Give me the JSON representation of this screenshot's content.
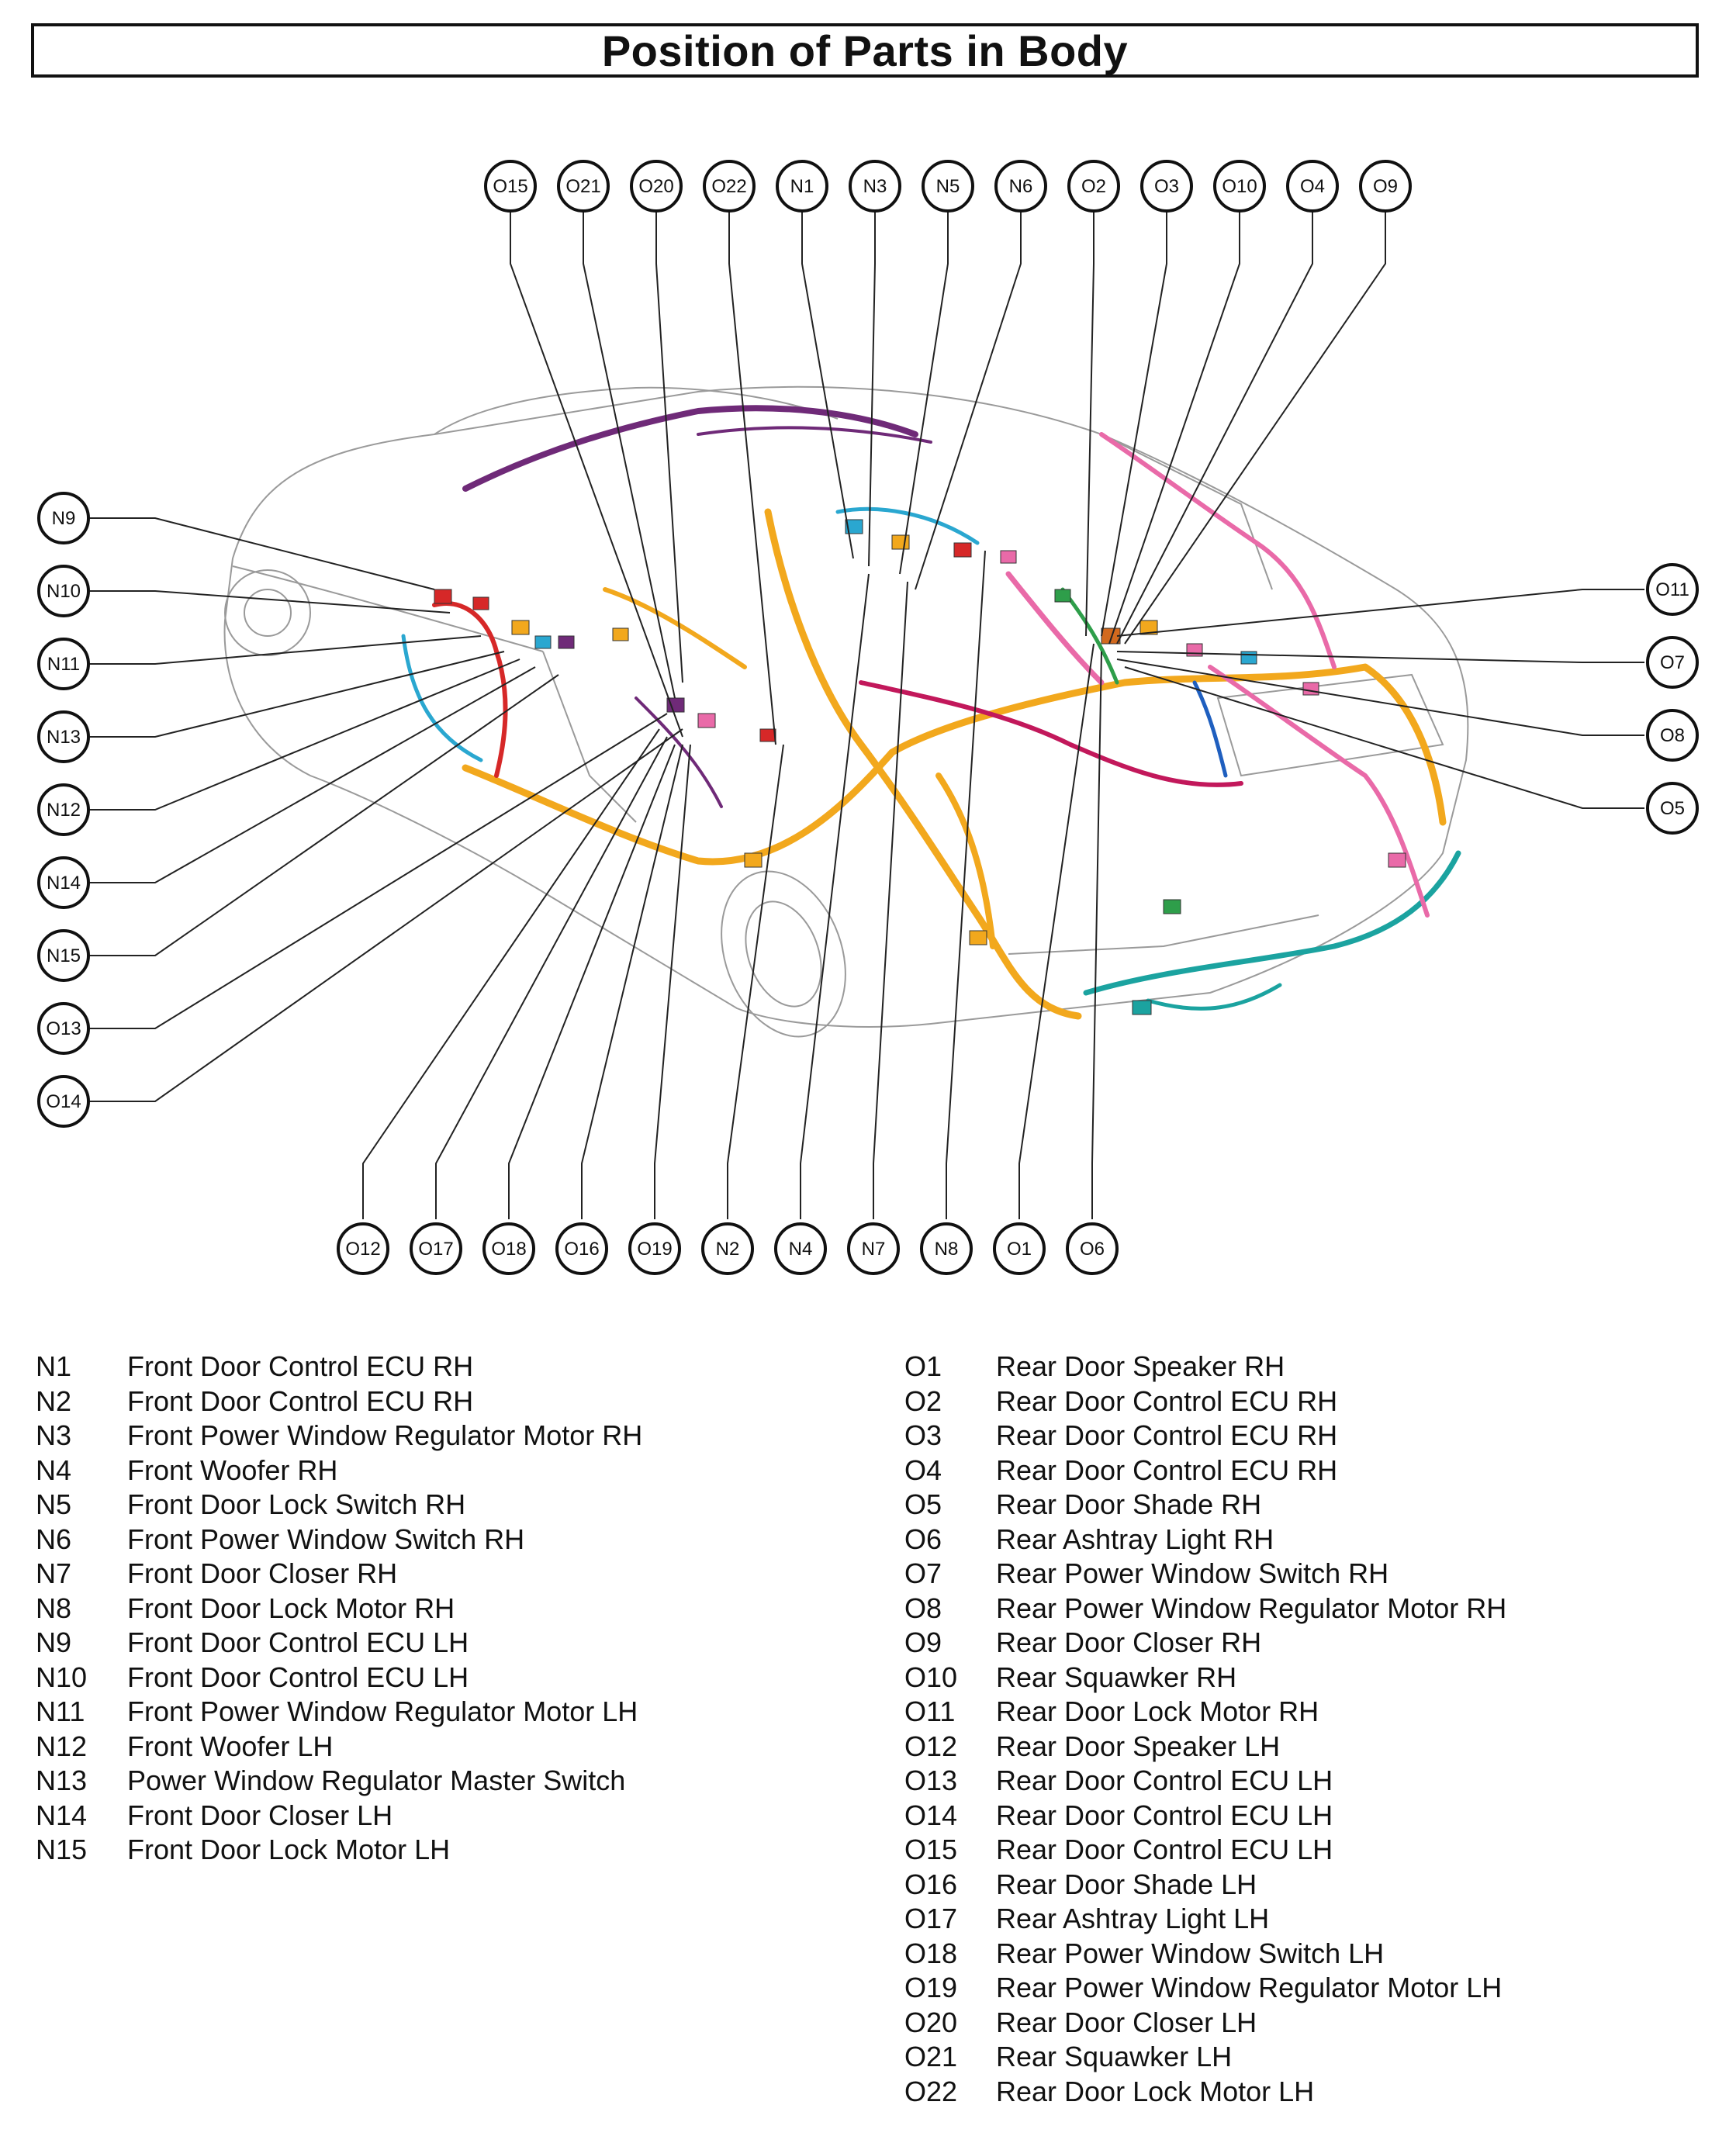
{
  "title": "Position of Parts in Body",
  "callouts": {
    "top": [
      "O15",
      "O21",
      "O20",
      "O22",
      "N1",
      "N3",
      "N5",
      "N6",
      "O2",
      "O3",
      "O10",
      "O4",
      "O9"
    ],
    "left": [
      "N9",
      "N10",
      "N11",
      "N13",
      "N12",
      "N14",
      "N15",
      "O13",
      "O14"
    ],
    "right": [
      "O11",
      "O7",
      "O8",
      "O5"
    ],
    "bottom": [
      "O12",
      "O17",
      "O18",
      "O16",
      "O19",
      "N2",
      "N4",
      "N7",
      "N8",
      "O1",
      "O6"
    ]
  },
  "legend_left": [
    {
      "code": "N1",
      "label": "Front Door Control ECU RH"
    },
    {
      "code": "N2",
      "label": "Front Door Control ECU RH"
    },
    {
      "code": "N3",
      "label": "Front Power Window Regulator Motor RH"
    },
    {
      "code": "N4",
      "label": "Front Woofer RH"
    },
    {
      "code": "N5",
      "label": "Front Door Lock Switch RH"
    },
    {
      "code": "N6",
      "label": "Front Power Window Switch RH"
    },
    {
      "code": "N7",
      "label": "Front Door Closer RH"
    },
    {
      "code": "N8",
      "label": "Front Door Lock Motor RH"
    },
    {
      "code": "N9",
      "label": "Front Door Control ECU LH"
    },
    {
      "code": "N10",
      "label": "Front Door Control ECU LH"
    },
    {
      "code": "N11",
      "label": "Front Power Window Regulator Motor LH"
    },
    {
      "code": "N12",
      "label": "Front Woofer LH"
    },
    {
      "code": "N13",
      "label": "Power Window Regulator Master Switch"
    },
    {
      "code": "N14",
      "label": "Front Door Closer LH"
    },
    {
      "code": "N15",
      "label": "Front Door Lock Motor LH"
    }
  ],
  "legend_right": [
    {
      "code": "O1",
      "label": "Rear Door Speaker RH"
    },
    {
      "code": "O2",
      "label": "Rear Door Control ECU RH"
    },
    {
      "code": "O3",
      "label": "Rear Door Control ECU RH"
    },
    {
      "code": "O4",
      "label": "Rear Door Control ECU RH"
    },
    {
      "code": "O5",
      "label": "Rear Door Shade RH"
    },
    {
      "code": "O6",
      "label": "Rear Ashtray Light RH"
    },
    {
      "code": "O7",
      "label": "Rear Power Window Switch RH"
    },
    {
      "code": "O8",
      "label": "Rear Power Window Regulator Motor RH"
    },
    {
      "code": "O9",
      "label": "Rear Door Closer RH"
    },
    {
      "code": "O10",
      "label": "Rear Squawker RH"
    },
    {
      "code": "O11",
      "label": "Rear Door Lock Motor RH"
    },
    {
      "code": "O12",
      "label": "Rear Door Speaker LH"
    },
    {
      "code": "O13",
      "label": "Rear Door Control ECU LH"
    },
    {
      "code": "O14",
      "label": "Rear Door Control ECU LH"
    },
    {
      "code": "O15",
      "label": "Rear Door Control ECU LH"
    },
    {
      "code": "O16",
      "label": "Rear Door Shade LH"
    },
    {
      "code": "O17",
      "label": "Rear Ashtray Light LH"
    },
    {
      "code": "O18",
      "label": "Rear Power Window Switch LH"
    },
    {
      "code": "O19",
      "label": "Rear Power Window Regulator Motor LH"
    },
    {
      "code": "O20",
      "label": "Rear Door Closer LH"
    },
    {
      "code": "O21",
      "label": "Rear Squawker LH"
    },
    {
      "code": "O22",
      "label": "Rear Door Lock Motor LH"
    }
  ],
  "harness_colors": {
    "orange": "#f2a81d",
    "magenta": "#c2185b",
    "pink": "#e96aa8",
    "teal": "#1ba3a0",
    "cyan": "#2aa7d0",
    "red": "#d62828",
    "purple": "#6f2a78",
    "green": "#2e9e4a",
    "blue": "#1f5fbf"
  }
}
